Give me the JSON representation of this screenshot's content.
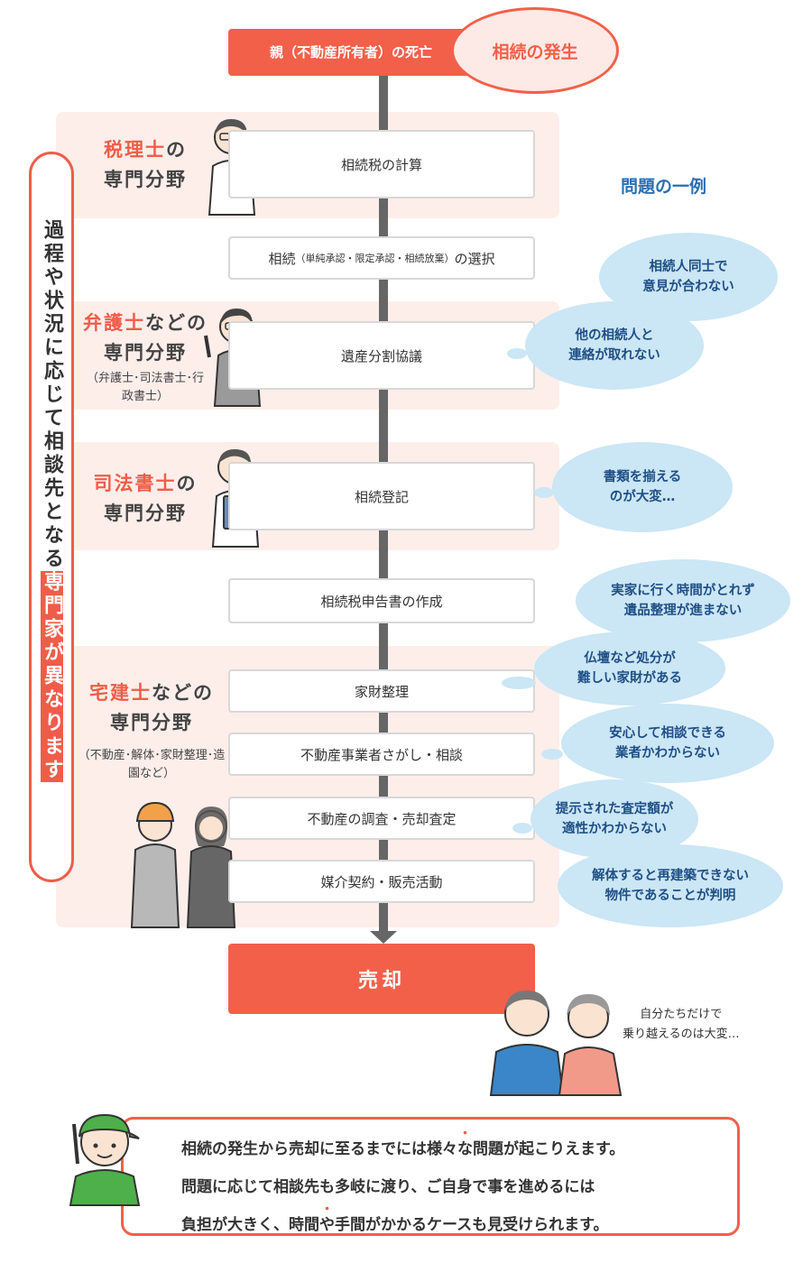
{
  "top": {
    "death_label": "親（不動産所有者）の死亡",
    "event_label": "相続の発生"
  },
  "side_label": {
    "main": "過程や状況に応じて相談先となる",
    "highlight": "専門家が異なります"
  },
  "sections": [
    {
      "title_hl": "税理士",
      "title_rest": "の",
      "line2": "専門分野",
      "sub": ""
    },
    {
      "title_hl": "弁護士",
      "title_rest": "などの",
      "line2": "専門分野",
      "sub": "（弁護士･司法書士･行政書士）"
    },
    {
      "title_hl": "司法書士",
      "title_rest": "の",
      "line2": "専門分野",
      "sub": ""
    },
    {
      "title_hl": "宅建士",
      "title_rest": "などの",
      "line2": "専門分野",
      "sub": "（不動産･解体･家財整理･造園など）"
    }
  ],
  "steps": {
    "tax_calc": "相続税の計算",
    "choice_main": "相続",
    "choice_small": "（単純承認・限定承認・相続放棄）",
    "choice_tail": "の選択",
    "division": "遺産分割協議",
    "registration": "相続登記",
    "tax_return": "相続税申告書の作成",
    "belongings": "家財整理",
    "dealer_search": "不動産事業者さがし・相談",
    "survey": "不動産の調査・売却査定",
    "brokerage": "媒介契約・販売活動"
  },
  "problems_heading": "問題の一例",
  "problems": [
    {
      "l1": "相続人同士で",
      "l2": "意見が合わない"
    },
    {
      "l1": "他の相続人と",
      "l2": "連絡が取れない"
    },
    {
      "l1": "書類を揃える",
      "l2": "のが大変…"
    },
    {
      "l1": "実家に行く時間がとれず",
      "l2": "遺品整理が進まない"
    },
    {
      "l1": "仏壇など処分が",
      "l2": "難しい家財がある"
    },
    {
      "l1": "安心して相談できる",
      "l2": "業者かわからない"
    },
    {
      "l1": "提示された査定額が",
      "l2": "適性かわからない"
    },
    {
      "l1": "解体すると再建築できない",
      "l2": "物件であることが判明"
    }
  ],
  "sell_label": "売却",
  "couple_comment": {
    "l1": "自分たちだけで",
    "l2": "乗り越えるのは大変…"
  },
  "note": {
    "line1_a": "相続の発生から売却に至るまでには",
    "line1_dots": "様々な問題",
    "line1_b": "が起こりえます。",
    "line2": "問題に応じて相談先も多岐に渡り、ご自身で事を進めるには",
    "line3_a": "負担が大きく、",
    "line3_dots": "時間や手間",
    "line3_b": "がかかるケースも見受けられます。"
  },
  "colors": {
    "accent": "#f2604a",
    "section_bg": "#fdeeea",
    "cloud": "#cbe6f5",
    "cloud_text": "#1f4f86"
  }
}
